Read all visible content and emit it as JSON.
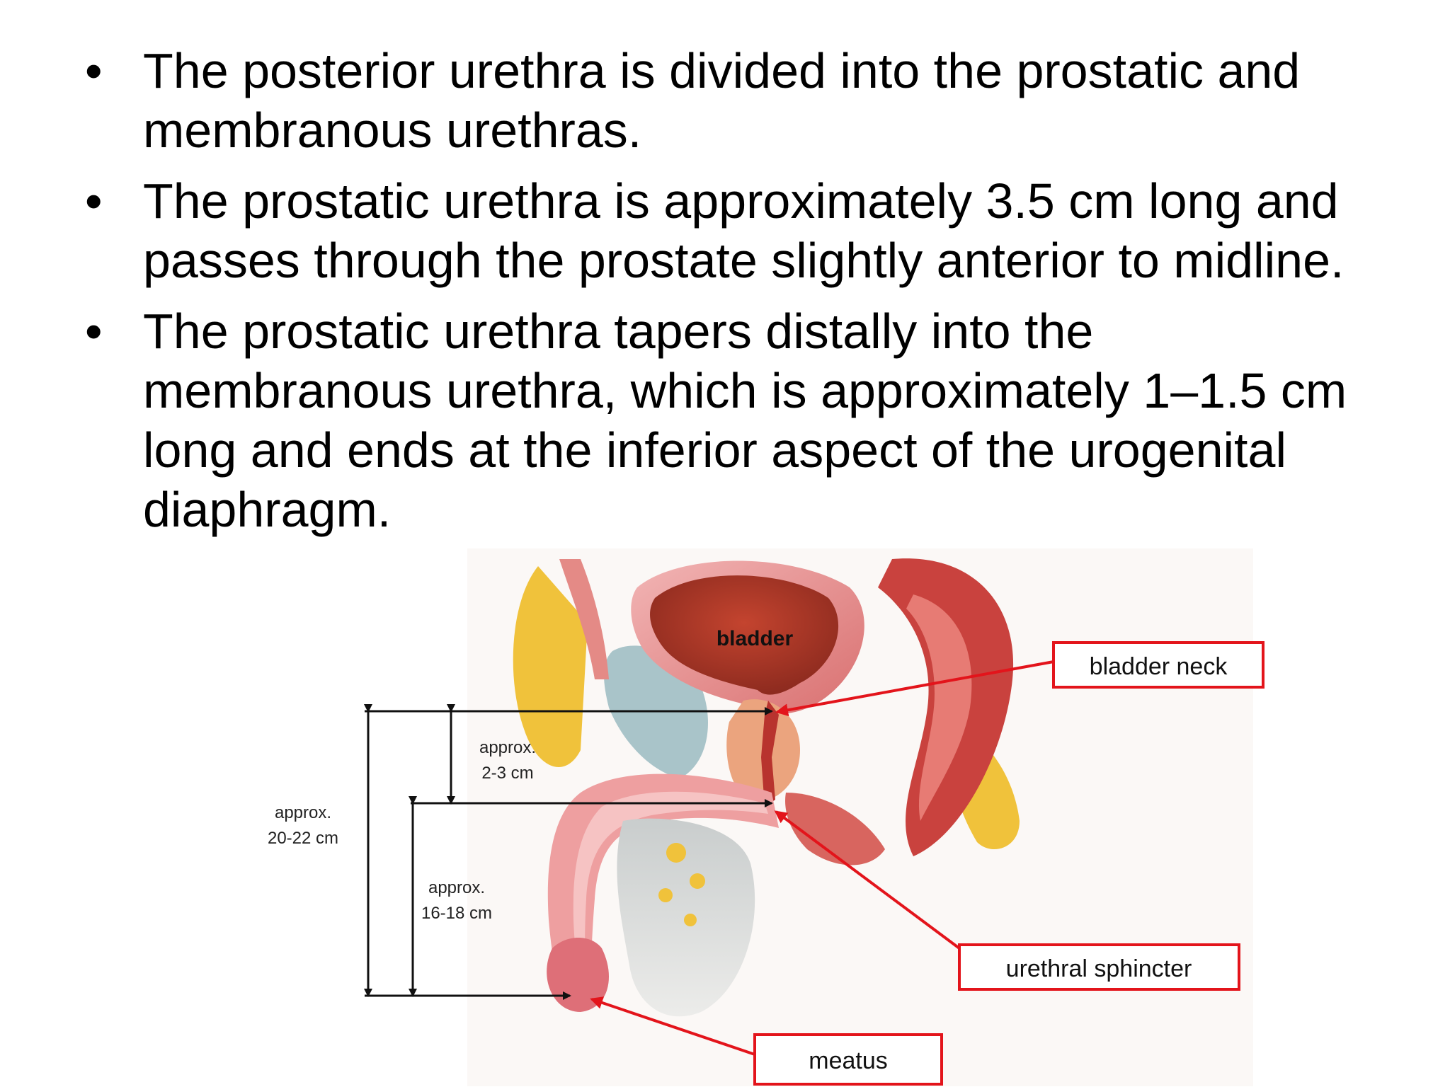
{
  "bullets": [
    {
      "lines": [
        "The posterior urethra is divided into the prostatic and",
        "membranous urethras."
      ]
    },
    {
      "lines": [
        "The prostatic urethra is approximately 3.5 cm long and",
        "passes through the prostate slightly anterior to midline."
      ]
    },
    {
      "lines": [
        "The prostatic urethra tapers distally into the",
        "membranous urethra, which is approximately 1–1.5 cm",
        "long and ends at the inferior aspect of the urogenital",
        "diaphragm."
      ]
    }
  ],
  "figure": {
    "organ_label": "bladder",
    "callouts": {
      "bladder_neck": "bladder neck",
      "urethral_sphincter": "urethral sphincter",
      "meatus": "meatus"
    },
    "measures": {
      "total": {
        "line1": "approx.",
        "line2": "20-22 cm"
      },
      "posterior": {
        "line1": "approx.",
        "line2": "2-3 cm"
      },
      "anterior": {
        "line1": "approx.",
        "line2": "16-18 cm"
      }
    },
    "colors": {
      "callout_red": "#e3141b",
      "tissue_pink": "#e9a0a0",
      "tissue_dark": "#c84b4b",
      "fat_yellow": "#f1c23a",
      "bone_blue": "#a9c4c9"
    }
  }
}
